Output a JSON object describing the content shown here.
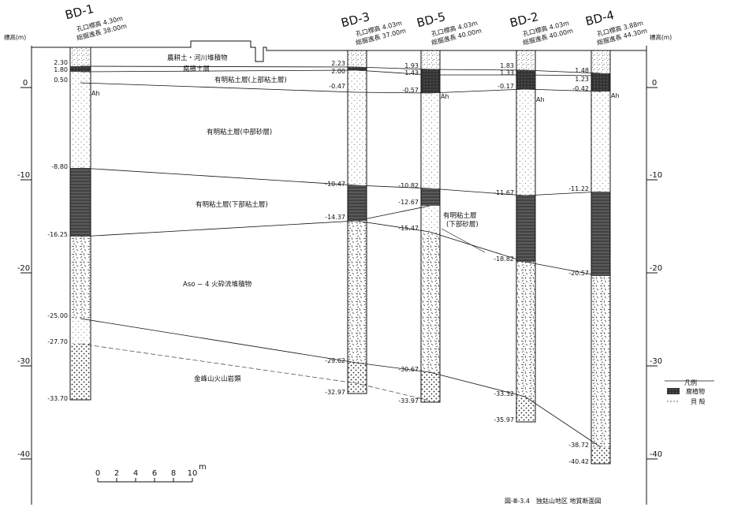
{
  "caption": "図-Ⅲ-3.4　独鈷山地区 地質断面図",
  "axis": {
    "title_left": "標高(m)",
    "title_right": "標高(m)",
    "ticks": [
      "0",
      "-10",
      "-20",
      "-30",
      "-40"
    ]
  },
  "scale": {
    "ticks": [
      "0",
      "2",
      "4",
      "6",
      "8",
      "10"
    ],
    "unit": "m"
  },
  "legend": {
    "title": "凡例",
    "items": [
      "腐植物",
      "貝 殻"
    ]
  },
  "boreholes": [
    {
      "name": "BD-1",
      "info1": "孔口標高 4.30m",
      "info2": "総掘進長 38.00m",
      "depths": [
        "2.30",
        "1.80",
        "0.50",
        "-8.80",
        "-16.25",
        "-25.00",
        "-27.70",
        "-33.70"
      ]
    },
    {
      "name": "BD-3",
      "info1": "孔口標高 4.03m",
      "info2": "総掘進長 37.00m",
      "depths": [
        "2.23",
        "2.00",
        "-0.47",
        "-10.47",
        "-14.37",
        "-29.62",
        "-32.97"
      ]
    },
    {
      "name": "BD-5",
      "info1": "孔口標高 4.03m",
      "info2": "総掘進長 40.00m",
      "depths": [
        "1.93",
        "1.43",
        "-0.57",
        "-10.82",
        "-12.67",
        "-15.47",
        "-30.67",
        "-33.97"
      ]
    },
    {
      "name": "BD-2",
      "info1": "孔口標高 4.03m",
      "info2": "総掘進長 40.00m",
      "depths": [
        "1.83",
        "1.33",
        "-0.17",
        "-11.67",
        "-18.82",
        "-33.32",
        "-35.97"
      ]
    },
    {
      "name": "BD-4",
      "info1": "孔口標高 3.88m",
      "info2": "総掘進長 44.30m",
      "depths": [
        "1.48",
        "1.23",
        "-0.42",
        "-11.22",
        "-20.57",
        "-38.72",
        "-40.42"
      ]
    }
  ],
  "ah_label": "Ah",
  "layers": {
    "l1": "農耕土・河川堆積物",
    "l2": "腐植土層",
    "l3": "有明粘土層(上部粘土層)",
    "l4": "有明粘土層(中部砂層)",
    "l5": "有明粘土層(下部粘土層)",
    "l6a": "有明粘土層",
    "l6b": "(下部砂層)",
    "l7": "Aso − 4 火砕流堆積物",
    "l8": "金峰山火山岩類"
  }
}
